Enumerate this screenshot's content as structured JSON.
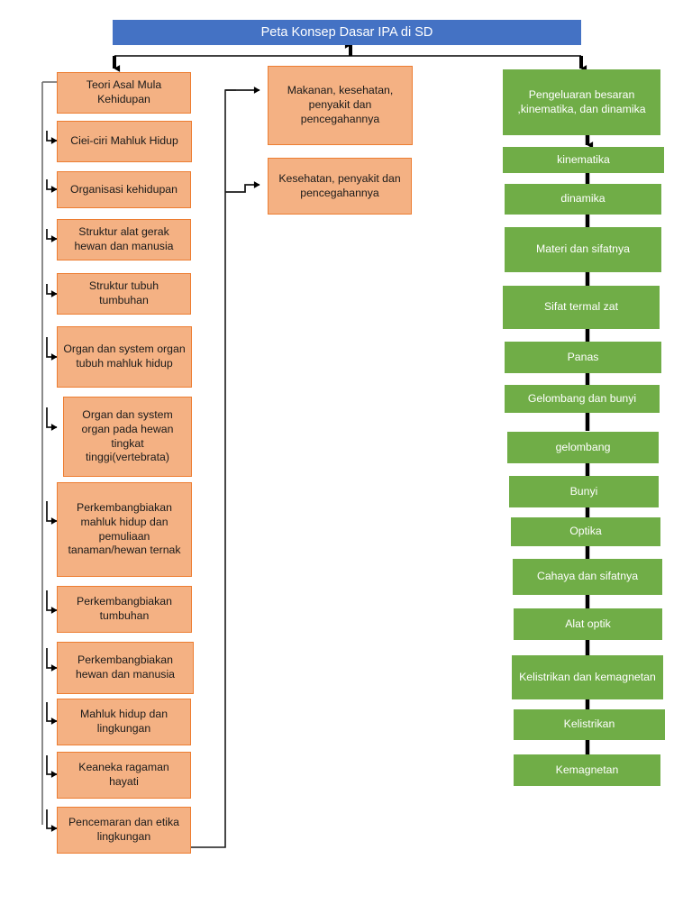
{
  "diagram": {
    "title": "Peta Konsep Dasar IPA di SD",
    "colors": {
      "title_bar": "#4472C4",
      "title_text": "#FFFFFF",
      "orange_fill": "#F4B183",
      "orange_border": "#ED7D31",
      "green_fill": "#70AD47",
      "green_text": "#FFFFFF",
      "connector": "#000000",
      "background": "#FFFFFF"
    },
    "branches": {
      "life_science": {
        "label": "Kolom kiri",
        "nodes": [
          {
            "id": "l1",
            "text": "Teori Asal Mula Kehidupan"
          },
          {
            "id": "l2",
            "text": "Ciei-ciri Mahluk Hidup"
          },
          {
            "id": "l3",
            "text": "Organisasi kehidupan"
          },
          {
            "id": "l4",
            "text": "Struktur alat gerak hewan dan manusia"
          },
          {
            "id": "l5",
            "text": "Struktur tubuh tumbuhan"
          },
          {
            "id": "l6",
            "text": "Organ dan system organ tubuh mahluk hidup"
          },
          {
            "id": "l7",
            "text": "Organ dan system organ pada hewan tingkat tinggi(vertebrata)"
          },
          {
            "id": "l8",
            "text": "Perkembangbiakan mahluk hidup dan pemuliaan tanaman/hewan ternak"
          },
          {
            "id": "l9",
            "text": "Perkembangbiakan tumbuhan"
          },
          {
            "id": "l10",
            "text": "Perkembangbiakan hewan dan manusia"
          },
          {
            "id": "l11",
            "text": "Mahluk hidup dan lingkungan"
          },
          {
            "id": "l12",
            "text": "Keaneka ragaman hayati"
          },
          {
            "id": "l13",
            "text": "Pencemaran dan etika lingkungan"
          }
        ]
      },
      "health": {
        "label": "Kolom tengah",
        "nodes": [
          {
            "id": "m1",
            "text": "Makanan, kesehatan, penyakit dan pencegahannya"
          },
          {
            "id": "m2",
            "text": "Kesehatan, penyakit dan pencegahannya"
          }
        ]
      },
      "physical_science": {
        "label": "Kolom kanan",
        "nodes": [
          {
            "id": "r1",
            "text": "Pengeluaran besaran ,kinematika, dan dinamika"
          },
          {
            "id": "r2",
            "text": "kinematika"
          },
          {
            "id": "r3",
            "text": "dinamika"
          },
          {
            "id": "r4",
            "text": "Materi dan sifatnya"
          },
          {
            "id": "r5",
            "text": "Sifat termal zat"
          },
          {
            "id": "r6",
            "text": "Panas"
          },
          {
            "id": "r7",
            "text": "Gelombang dan bunyi"
          },
          {
            "id": "r8",
            "text": "gelombang"
          },
          {
            "id": "r9",
            "text": "Bunyi"
          },
          {
            "id": "r10",
            "text": "Optika"
          },
          {
            "id": "r11",
            "text": "Cahaya dan sifatnya"
          },
          {
            "id": "r12",
            "text": "Alat optik"
          },
          {
            "id": "r13",
            "text": "Kelistrikan dan kemagnetan"
          },
          {
            "id": "r14",
            "text": "Kelistrikan"
          },
          {
            "id": "r15",
            "text": "Kemagnetan"
          }
        ]
      }
    }
  }
}
